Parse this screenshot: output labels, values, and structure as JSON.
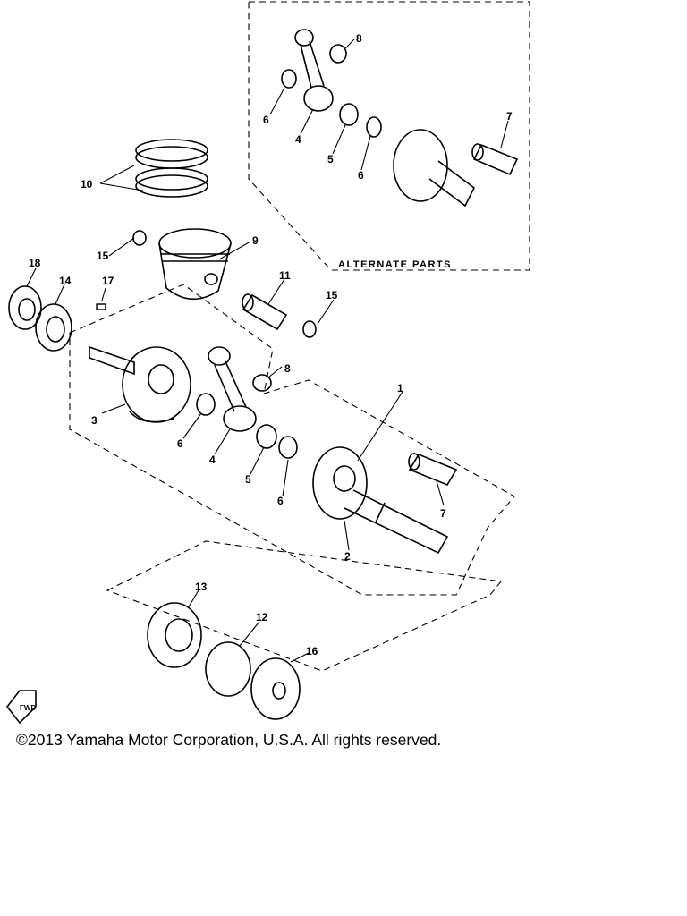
{
  "diagram": {
    "panel_title": "ALTERNATE PARTS",
    "fwd_mark": "FWD",
    "copyright": "©2013 Yamaha Motor Corporation, U.S.A. All rights reserved.",
    "labels": {
      "l1": "1",
      "l2": "2",
      "l3": "3",
      "l4": "4",
      "l4b": "4",
      "l5": "5",
      "l5b": "5",
      "l6a": "6",
      "l6b": "6",
      "l6c": "6",
      "l6d": "6",
      "l7": "7",
      "l7b": "7",
      "l8": "8",
      "l8b": "8",
      "l9": "9",
      "l10": "10",
      "l11": "11",
      "l12": "12",
      "l13": "13",
      "l14": "14",
      "l15a": "15",
      "l15b": "15",
      "l16": "16",
      "l17": "17",
      "l18": "18"
    }
  }
}
